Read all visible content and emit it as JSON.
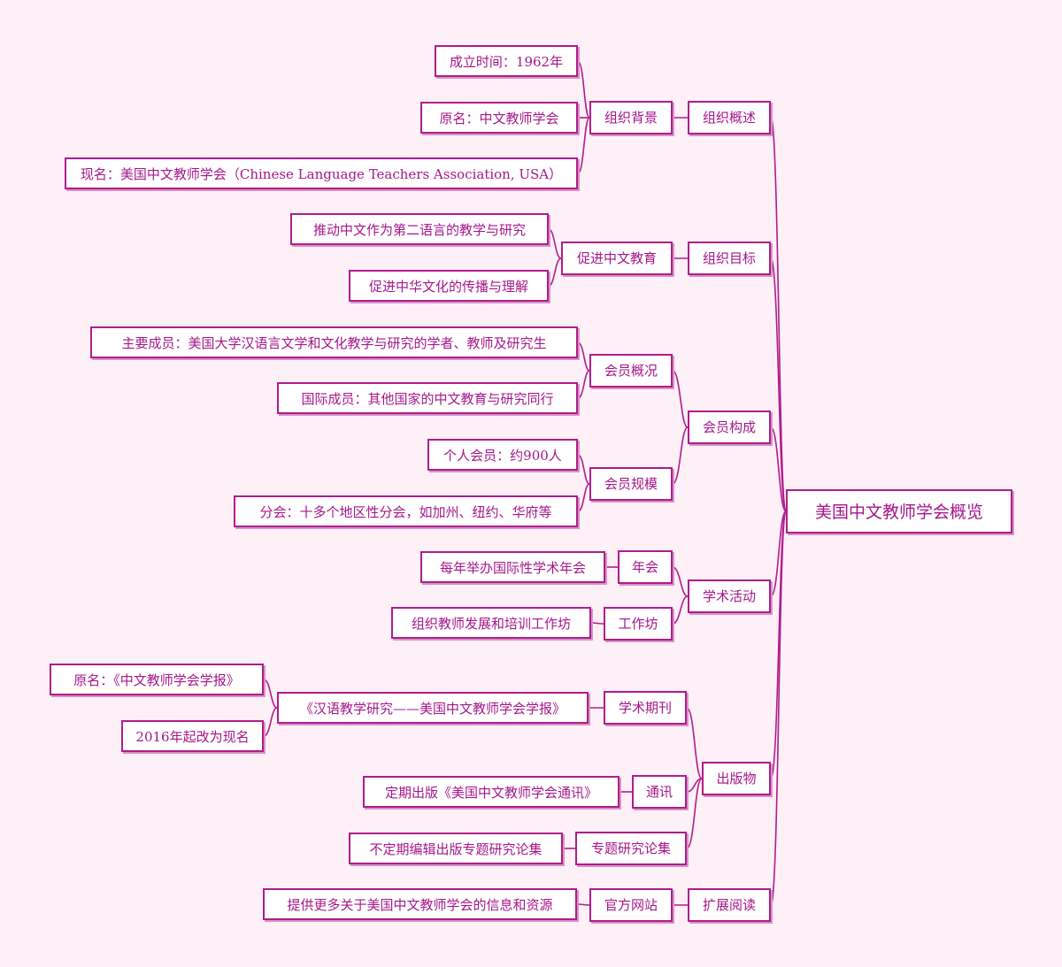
{
  "root": "美国中文教师学会概览",
  "nodes": {
    "n1": "组织概述",
    "n1_1": "组织背景",
    "n1_1_1": "成立时间：1962年",
    "n1_1_2": "原名：中文教师学会",
    "n1_1_3": "现名：美国中文教师学会（Chinese Language Teachers Association, USA）",
    "n2": "组织目标",
    "n2_1": "促进中文教育",
    "n2_1_1": "推动中文作为第二语言的教学与研究",
    "n2_1_2": "促进中华文化的传播与理解",
    "n3": "会员构成",
    "n3_1": "会员概况",
    "n3_1_1": "主要成员：美国大学汉语言文学和文化教学与研究的学者、教师及研究生",
    "n3_1_2": "国际成员：其他国家的中文教育与研究同行",
    "n3_2": "会员规模",
    "n3_2_1": "个人会员：约900人",
    "n3_2_2": "分会：十多个地区性分会，如加州、纽约、华府等",
    "n4": "学术活动",
    "n4_1": "年会",
    "n4_1_1": "每年举办国际性学术年会",
    "n4_2": "工作坊",
    "n4_2_1": "组织教师发展和培训工作坊",
    "n5": "出版物",
    "n5_1": "学术期刊",
    "n5_1_1": "《汉语教学研究——美国中文教师学会学报》",
    "n5_1_1_1": "原名：《中文教师学会学报》",
    "n5_1_1_2": "2016年起改为现名",
    "n5_2": "通讯",
    "n5_2_1": "定期出版《美国中文教师学会通讯》",
    "n5_3": "专题研究论集",
    "n5_3_1": "不定期编辑出版专题研究论集",
    "n6": "扩展阅读",
    "n6_1": "官方网站",
    "n6_1_1": "提供更多关于美国中文教师学会的信息和资源"
  },
  "colors": {
    "line": "#b01c8c",
    "text": "#a5168a",
    "background": "#fdf0f7"
  }
}
